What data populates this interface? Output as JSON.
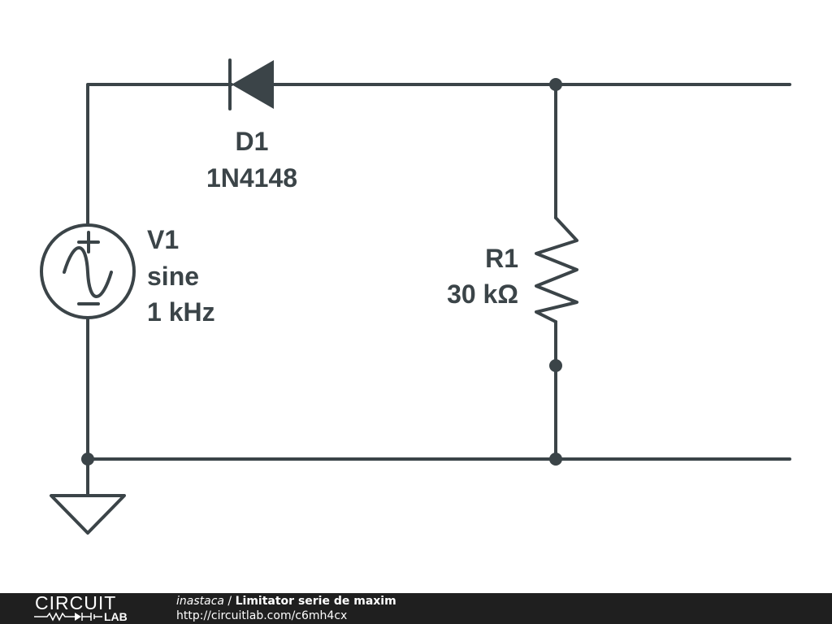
{
  "components": {
    "diode": {
      "name": "D1",
      "part": "1N4148"
    },
    "source": {
      "name": "V1",
      "type": "sine",
      "freq": "1 kHz"
    },
    "resistor": {
      "name": "R1",
      "value": "30 kΩ"
    }
  },
  "footer": {
    "logo_top": "CIRCUIT",
    "logo_bottom": "LAB",
    "author": "inastaca",
    "separator": " / ",
    "title": "Limitator serie de maxim",
    "url": "http://circuitlab.com/c6mh4cx"
  },
  "icons": [
    "ac-source-icon",
    "diode-icon",
    "resistor-icon",
    "ground-icon"
  ],
  "colors": {
    "wire": "#3b4448",
    "footer_bg": "#1f1f1f",
    "footer_text": "#ffffff"
  }
}
